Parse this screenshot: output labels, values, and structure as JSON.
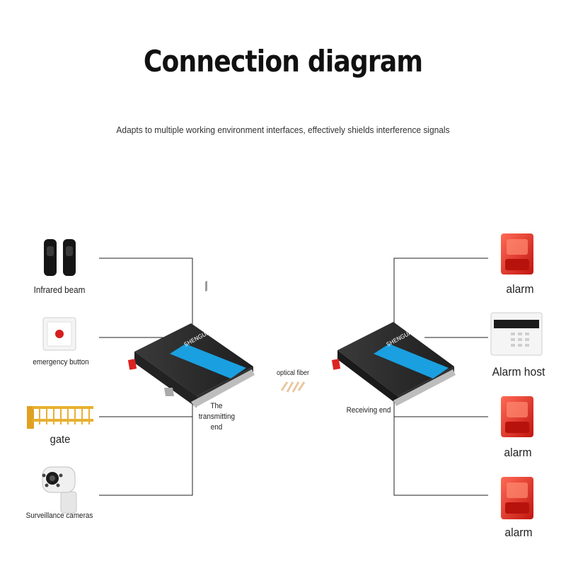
{
  "title": "Connection diagram",
  "subtitle": "Adapts to multiple working environment interfaces, effectively shields interference signals",
  "left_devices": [
    {
      "label": "Infrared beam",
      "icon": "infrared-beam-icon"
    },
    {
      "label": "emergency button",
      "icon": "emergency-button-icon"
    },
    {
      "label": "gate",
      "icon": "barrier-gate-icon"
    },
    {
      "label": "Surveillance cameras",
      "icon": "surveillance-camera-icon"
    }
  ],
  "right_devices": [
    {
      "label": "alarm",
      "icon": "alarm-siren-icon"
    },
    {
      "label": "Alarm host",
      "icon": "alarm-host-panel-icon"
    },
    {
      "label": "alarm",
      "icon": "alarm-siren-icon"
    },
    {
      "label": "alarm",
      "icon": "alarm-siren-icon"
    }
  ],
  "transmitter": {
    "label_lines": [
      "The",
      "transmitting",
      "end"
    ],
    "brand": "SHENGUANG"
  },
  "receiver": {
    "label": "Receiving end",
    "brand": "SHENGUANG"
  },
  "fiber": {
    "label": "optical fiber"
  },
  "colors": {
    "accent": "#1aa0e0",
    "device_body": "#2b2b2b",
    "alarm_red": "#e8281e",
    "fiber": "#d7a15a"
  }
}
